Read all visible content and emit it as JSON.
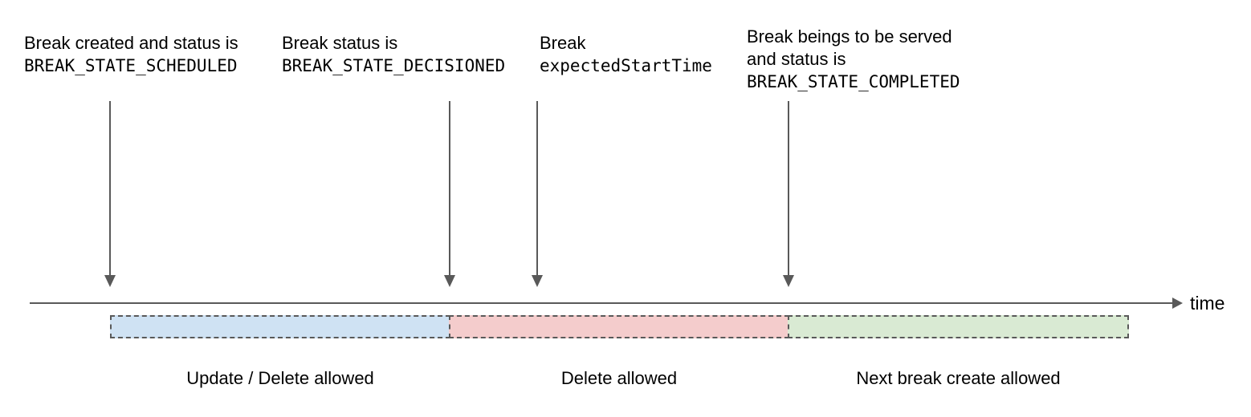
{
  "annotations": [
    {
      "lines": [
        "Break created and status is"
      ],
      "code": "BREAK_STATE_SCHEDULED"
    },
    {
      "lines": [
        "Break status is"
      ],
      "code": "BREAK_STATE_DECISIONED"
    },
    {
      "lines": [
        "Break"
      ],
      "code": "expectedStartTime"
    },
    {
      "lines": [
        "Break beings to be served",
        "and status is"
      ],
      "code": "BREAK_STATE_COMPLETED"
    }
  ],
  "timeline": {
    "axis_label": "time",
    "line_color": "#595959"
  },
  "segments": [
    {
      "label": "Update / Delete allowed",
      "fill": "#cfe2f3"
    },
    {
      "label": "Delete allowed",
      "fill": "#f4cccc"
    },
    {
      "label": "Next break create allowed",
      "fill": "#d9ead3"
    }
  ]
}
